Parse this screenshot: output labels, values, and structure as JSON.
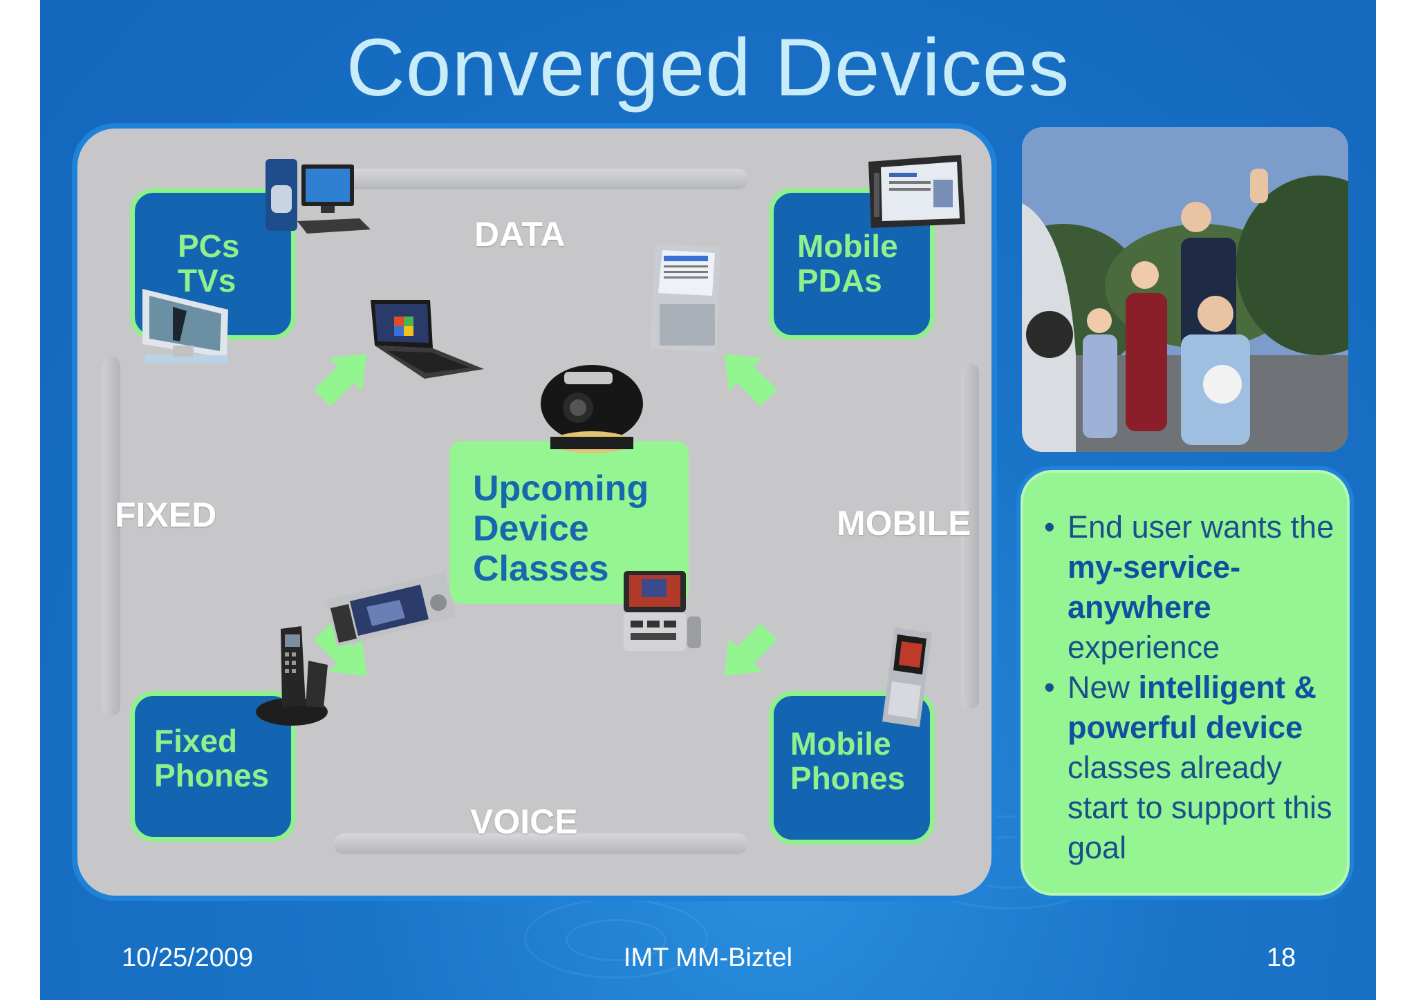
{
  "slide": {
    "title": "Converged Devices",
    "diagram": {
      "axes": {
        "top": "DATA",
        "left": "FIXED",
        "right": "MOBILE",
        "bottom": "VOICE"
      },
      "corners": {
        "top_left": [
          "PCs",
          "TVs"
        ],
        "top_right": [
          "Mobile",
          "PDAs"
        ],
        "bottom_left": [
          "Fixed",
          "Phones"
        ],
        "bottom_right": [
          "Mobile",
          "Phones"
        ]
      },
      "center": [
        "Upcoming",
        "Device",
        "Classes"
      ]
    },
    "callout": {
      "bullet1": {
        "pre": "End user wants the ",
        "bold": "my-service-anywhere",
        "post": " experience"
      },
      "bullet2": {
        "pre": "New ",
        "bold": "intelligent & powerful device",
        "post": " classes already start to support this goal"
      },
      "bullet_glyph": "•"
    },
    "footer": {
      "date": "10/25/2009",
      "center": "IMT MM-Biztel",
      "page": "18"
    },
    "colors": {
      "background": "#1366bb",
      "title": "#c8ecf8",
      "green": "#8ff08c",
      "corner_fill": "#1365b1",
      "diagram_bg": "#c7c7c9"
    },
    "icons": [
      "desktop-pc-icon",
      "flat-tv-icon",
      "laptop-icon",
      "pda-icon",
      "smartphone-icon",
      "camcorder-icon",
      "slider-phone-icon",
      "media-phone-icon",
      "cordless-phone-icon",
      "mobile-phone-icon"
    ]
  }
}
